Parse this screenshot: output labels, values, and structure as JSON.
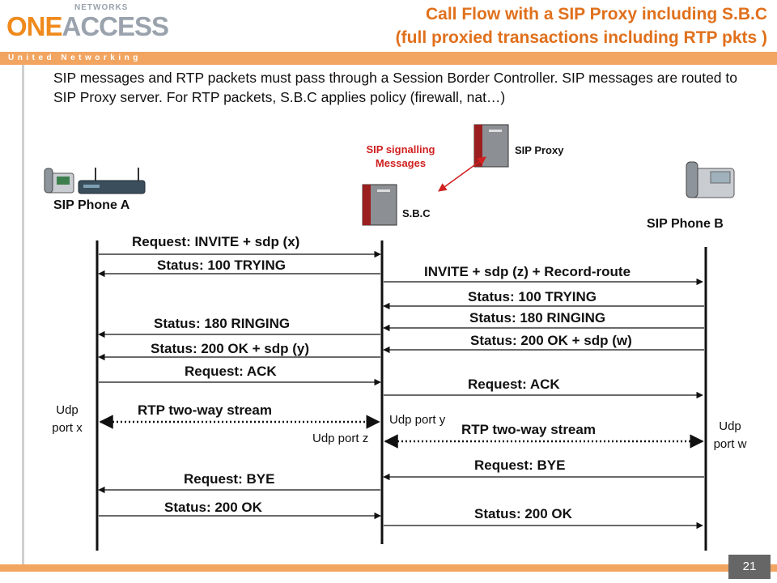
{
  "logo": {
    "brand_one": "ONE",
    "brand_access": "ACCESS",
    "networks": "NETWORKS",
    "tagline": "United Networking"
  },
  "title": {
    "line1": "Call Flow with  a SIP Proxy including S.B.C",
    "line2": "(full proxied transactions including RTP pkts )"
  },
  "intro": "SIP messages and RTP packets must pass through a Session Border Controller. SIP messages are routed to SIP Proxy server. For RTP packets, S.B.C applies policy (firewall, nat…)",
  "entities": {
    "phone_a": "SIP Phone A",
    "phone_b": "SIP Phone B",
    "sbc": "S.B.C",
    "proxy": "SIP Proxy",
    "signalling_note": "SIP signalling Messages"
  },
  "ports": {
    "port_x": "Udp port x",
    "port_y": "Udp port y",
    "port_z": "Udp port z",
    "port_w": "Udp port w"
  },
  "messages": [
    {
      "label": "Request: INVITE + sdp (x)",
      "side": "left",
      "direction": "right",
      "style": "solid"
    },
    {
      "label": "Status: 100 TRYING",
      "side": "left",
      "direction": "left",
      "style": "solid"
    },
    {
      "label": "INVITE + sdp (z) + Record-route",
      "side": "right",
      "direction": "right",
      "style": "solid"
    },
    {
      "label": "Status: 100 TRYING",
      "side": "right",
      "direction": "left",
      "style": "solid"
    },
    {
      "label": "Status: 180 RINGING",
      "side": "right",
      "direction": "left",
      "style": "solid"
    },
    {
      "label": "Status: 180 RINGING",
      "side": "left",
      "direction": "left",
      "style": "solid"
    },
    {
      "label": "Status: 200 OK + sdp (w)",
      "side": "right",
      "direction": "left",
      "style": "solid"
    },
    {
      "label": "Status: 200 OK + sdp (y)",
      "side": "left",
      "direction": "left",
      "style": "solid"
    },
    {
      "label": "Request: ACK",
      "side": "left",
      "direction": "right",
      "style": "solid"
    },
    {
      "label": "Request: ACK",
      "side": "right",
      "direction": "right",
      "style": "solid"
    },
    {
      "label": "RTP two-way stream",
      "side": "left",
      "direction": "both",
      "style": "dotted"
    },
    {
      "label": "RTP two-way stream",
      "side": "right",
      "direction": "both",
      "style": "dotted"
    },
    {
      "label": "Request: BYE",
      "side": "right",
      "direction": "left",
      "style": "solid"
    },
    {
      "label": "Request: BYE",
      "side": "left",
      "direction": "left",
      "style": "solid"
    },
    {
      "label": "Status: 200 OK",
      "side": "left",
      "direction": "right",
      "style": "solid"
    },
    {
      "label": "Status: 200 OK",
      "side": "right",
      "direction": "right",
      "style": "solid"
    }
  ],
  "slide_number": "21",
  "colors": {
    "accent_orange": "#e0701c",
    "band": "#f2a561",
    "signalling_red": "#d02020"
  }
}
